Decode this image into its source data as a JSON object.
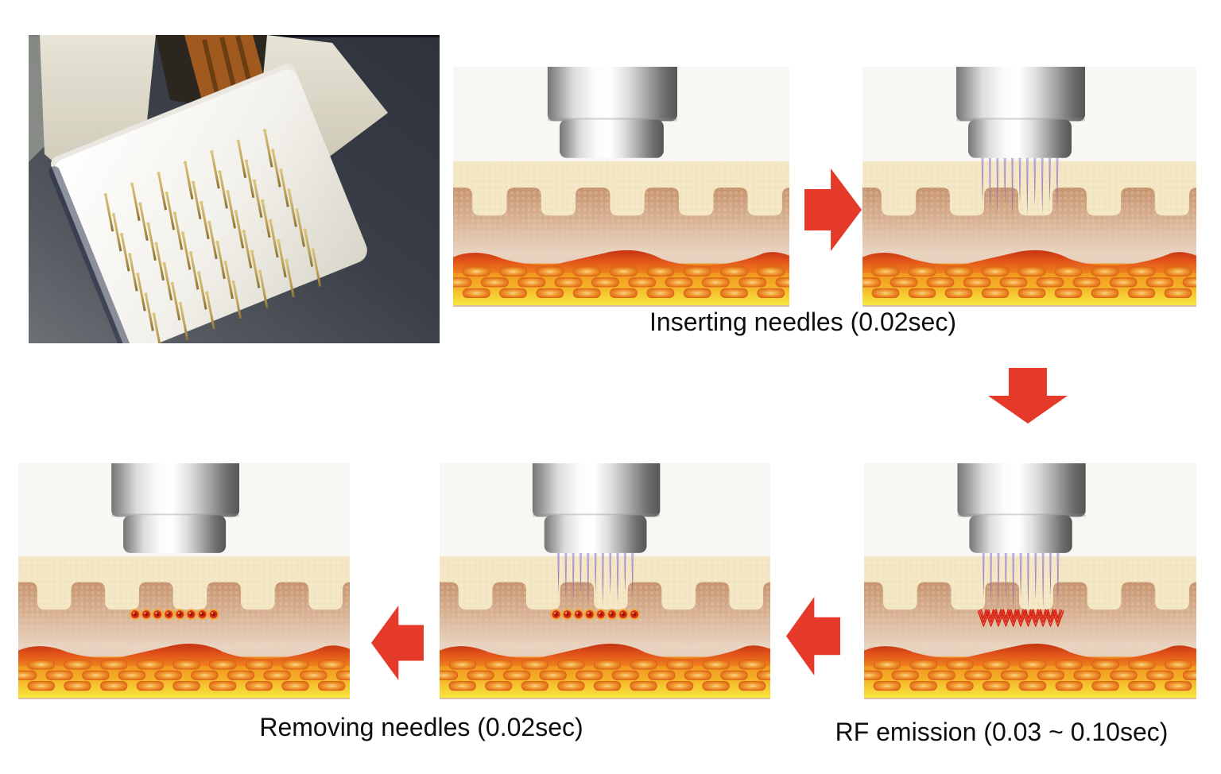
{
  "page": {
    "background": "#ffffff",
    "kind": "process-diagram-slide"
  },
  "photo_panel": {
    "subject": "fractional RF handpiece tip with gold microneedle array",
    "needle_grid": "7x7",
    "colors": {
      "background_dark": "#3a3e47",
      "background_light": "#6d7176",
      "device_body": "#ddd8c8",
      "cartridge_face": "#f2f0ea",
      "cartridge_edge": "#1f2742",
      "ribbon": "#a05a20",
      "needle_gold": "#bfa257"
    }
  },
  "process": {
    "captions": {
      "inserting": "Inserting needles (0.02sec)",
      "rf": "RF emission (0.03 ~ 0.10sec)",
      "removing": "Removing needles (0.02sec)"
    },
    "steps": [
      {
        "key": "device-above-skin",
        "needles": false,
        "coils": false,
        "dots": false,
        "retracted": false
      },
      {
        "key": "needles-inserted",
        "needles": true,
        "coils": false,
        "dots": false,
        "retracted": false
      },
      {
        "key": "rf-emission",
        "needles": true,
        "coils": true,
        "dots": false,
        "retracted": false
      },
      {
        "key": "needles-retracting",
        "needles": true,
        "coils": false,
        "dots": true,
        "retracted": true
      },
      {
        "key": "needles-removed",
        "needles": false,
        "coils": false,
        "dots": true,
        "retracted": false
      }
    ],
    "arrows": [
      {
        "key": "arrow-right",
        "direction": "right"
      },
      {
        "key": "arrow-down",
        "direction": "down"
      },
      {
        "key": "arrow-left-1",
        "direction": "left"
      },
      {
        "key": "arrow-left-2",
        "direction": "left"
      }
    ],
    "colors": {
      "arrow_red": "#e5392a",
      "needle_purple_light": "#c3b0dd",
      "needle_purple_dark": "#7b57a8",
      "rf_coil_red": "#da1f10",
      "dot_glow": "#f3a42d",
      "dot_red": "#d52c12",
      "dot_core": "#9a160a",
      "epidermis_cream": "#f4e8c6",
      "dermis_tan": "#c6926f",
      "wave_red": "#c23110",
      "fat_orange": "#f4a93e",
      "fat_yellow": "#f8e73e",
      "panel_bg": "#f8f7f4",
      "metal_mid": "#c7c7c7"
    }
  }
}
